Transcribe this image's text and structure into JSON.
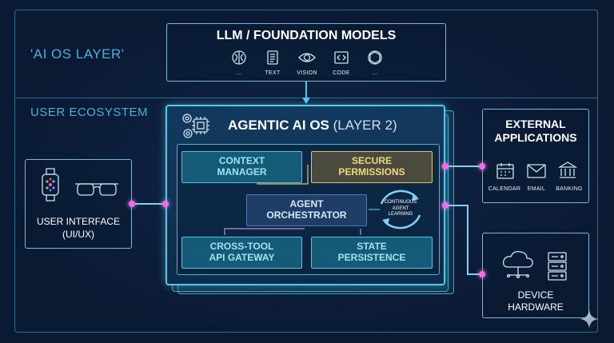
{
  "sections": {
    "ai_os_layer": "'AI OS LAYER'",
    "user_ecosystem": "USER ECOSYSTEM"
  },
  "llm": {
    "title": "LLM / FOUNDATION MODELS",
    "items": [
      "...",
      "TEXT",
      "VISION",
      "CODE",
      "..."
    ]
  },
  "core": {
    "title_bold": "AGENTIC AI OS",
    "title_light": "(LAYER 2)",
    "modules": {
      "context": [
        "CONTEXT",
        "MANAGER"
      ],
      "secure": [
        "SECURE",
        "PERMISSIONS"
      ],
      "orchestrator": [
        "AGENT",
        "ORCHESTRATOR"
      ],
      "gateway": [
        "CROSS-TOOL",
        "API GATEWAY"
      ],
      "state": [
        "STATE",
        "PERSISTENCE"
      ]
    },
    "learning": [
      "CONTINUOUS",
      "AGENT",
      "LEARNING"
    ]
  },
  "user_interface": {
    "line1": "USER INTERFACE",
    "line2": "(UI/UX)"
  },
  "external": {
    "title_line1": "EXTERNAL",
    "title_line2": "APPLICATIONS",
    "items": [
      "CALENDAR",
      "EMAIL",
      "BANKING"
    ]
  },
  "device": {
    "line1": "DEVICE",
    "line2": "HARDWARE"
  },
  "colors": {
    "accent": "#55c8e6",
    "connector": "#f06ce8",
    "secure": "#e0c66a",
    "label": "#4ab0d8"
  }
}
